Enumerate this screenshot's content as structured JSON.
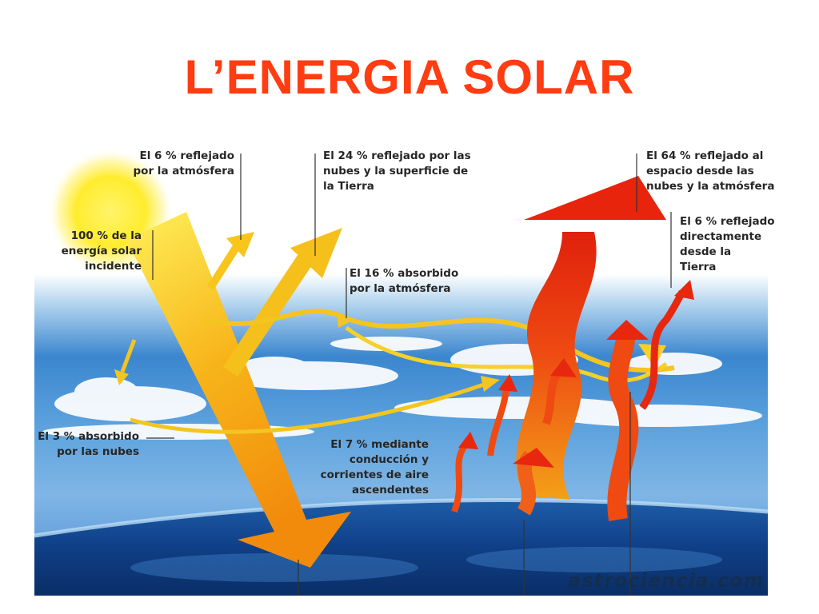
{
  "title": "L’ENERGIA SOLAR",
  "labels": {
    "incident": "100 % de la\nenergía solar\nincidente",
    "atm_reflect": "El 6 % reflejado\npor la atmósfera",
    "cloud_reflect": "El 24 % reflejado por las\nnubes y la superficie de\nla Tierra",
    "atm_absorb": "El 16 % absorbido\npor la atmósfera",
    "cloud_absorb": "El 3 % absorbido\npor las nubes",
    "conduction": "El 7 % mediante\nconducción y\ncorrientes de aire\nascendentes",
    "space_reflect": "El 64 % reflejado al\nespacio desde las\nnubes y la atmósfera",
    "ground_reflect": "El 6 % reflejado\ndirectamente\ndesde la\nTierra"
  },
  "watermark": "astrociencia.com",
  "colors": {
    "title": "#ff3c12",
    "solar_yellow": "#f7c51b",
    "solar_orange": "#f29a10",
    "heat_red": "#e8270f",
    "sky_blue": "#2a6fb8"
  }
}
